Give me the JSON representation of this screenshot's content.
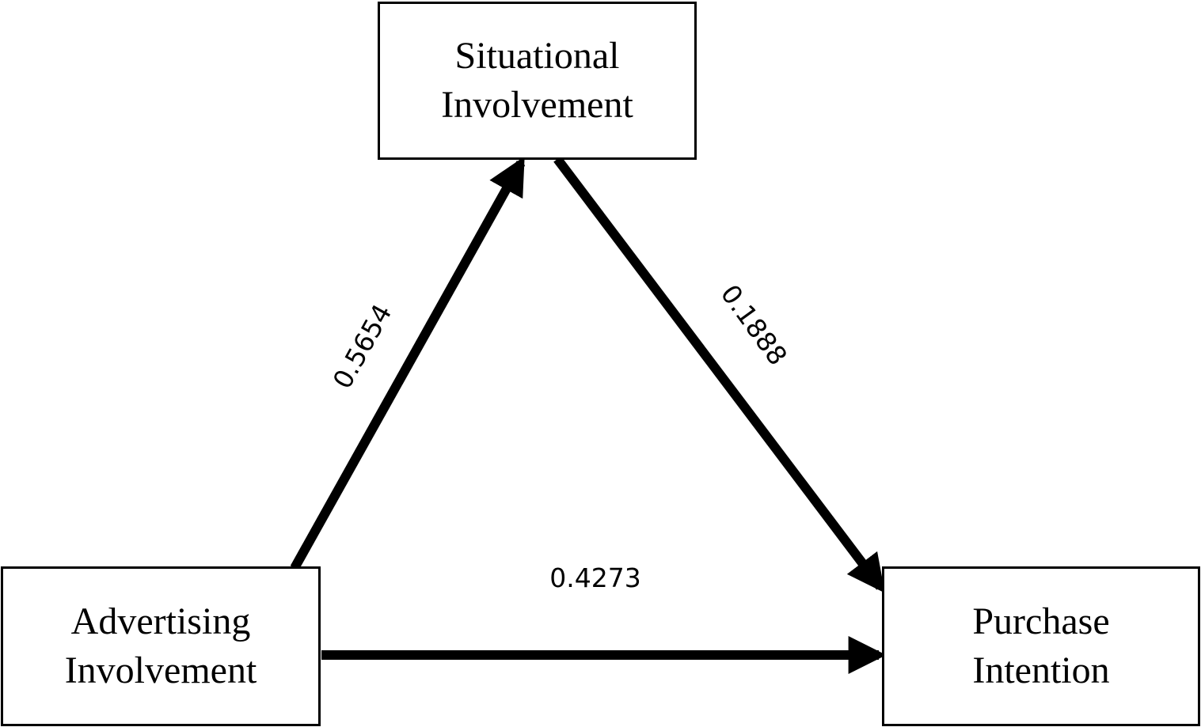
{
  "diagram": {
    "nodes": {
      "situational": {
        "line1": "Situational",
        "line2": "Involvement"
      },
      "advertising": {
        "line1": "Advertising",
        "line2": "Involvement"
      },
      "purchase": {
        "line1": "Purchase",
        "line2": "Intention"
      }
    },
    "edges": [
      {
        "from": "Advertising Involvement",
        "to": "Situational Involvement",
        "coefficient": "0.5654"
      },
      {
        "from": "Situational Involvement",
        "to": "Purchase Intention",
        "coefficient": "0.1888"
      },
      {
        "from": "Advertising Involvement",
        "to": "Purchase Intention",
        "coefficient": "0.4273"
      }
    ]
  }
}
